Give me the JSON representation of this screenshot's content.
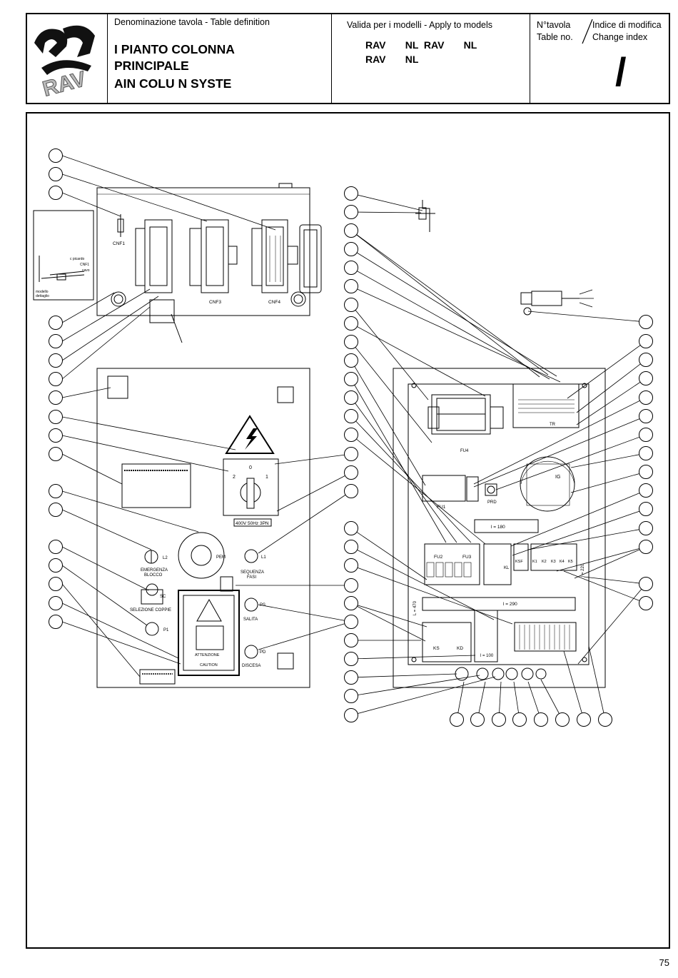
{
  "header": {
    "table_definition_label": "Denominazione tavola - Table definition",
    "title_line1": "I   PIANTO COLONNA",
    "title_line2": "PRINCIPALE",
    "title_line3": "AIN COLU   N SYSTE",
    "models_label": "Valida per i modelli - Apply to models",
    "models_line1": "RAV       NL  RAV       NL",
    "models_line2": "RAV       NL",
    "table_no_label_it": "N°tavola",
    "table_no_label_en": "Table no.",
    "change_index_label_it": "Indice di modifica",
    "change_index_label_en": "Change index",
    "change_index_value": "/",
    "logo_text": "RAV"
  },
  "diagram": {
    "connectors": {
      "cnf1": "CNF1",
      "cnf3": "CNF3",
      "cnf4": "CNF4"
    },
    "inset": {
      "caption1": "modello",
      "caption2": "dettaglio",
      "note1": "c picardo",
      "note2": "CNF1",
      "note3": "cavo"
    },
    "switch": {
      "pos0": "0",
      "pos1": "1",
      "pos2": "2",
      "plate": "400V 50Hz 3PN"
    },
    "front_panel": {
      "pem": "PEM",
      "l2": "L2",
      "l1": "L1",
      "emergency_1": "EMERGENZA",
      "emergency_2": "BLOCCO",
      "sequence_1": "SEQUENZA",
      "sequence_2": "FASI",
      "sc": "SC",
      "couples": "SELEZIONE COPPIE",
      "p1": "P1",
      "ps": "PS",
      "pd": "PD",
      "up": "SALITA",
      "down": "DISCESA",
      "attention": "ATTENZIONE",
      "caution": "CAUTION"
    },
    "cabinet": {
      "fu4": "FU4",
      "tr": "TR",
      "ig": "IG",
      "fu1": "FU1",
      "prd": "PRD",
      "l180": "l = 180",
      "fu2": "FU2",
      "fu3": "FU3",
      "kl": "KL",
      "ksf": "KSF",
      "k1": "K1",
      "k2": "K2",
      "k3": "K3",
      "k4": "K4",
      "k5": "K5",
      "l220": "l = 220",
      "l290": "l = 290",
      "l470": "L = 470",
      "ks": "KS",
      "kd": "KD",
      "l100": "l = 100"
    }
  },
  "page_number": "75"
}
